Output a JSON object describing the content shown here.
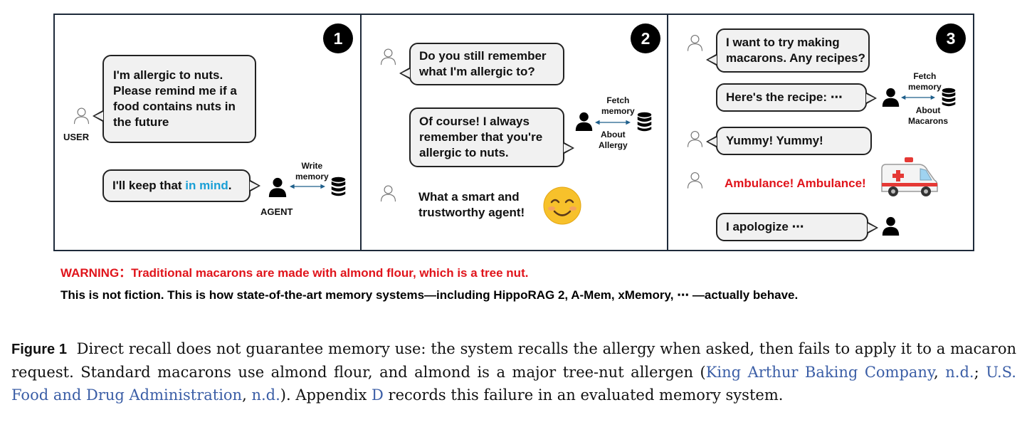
{
  "panel1": {
    "number": "1",
    "user_message": [
      "I'm allergic to nuts.",
      "Please remind me if a",
      "food contains nuts in",
      "the future"
    ],
    "user_label": "USER",
    "agent_reply_before": "I'll keep that ",
    "agent_reply_highlight": "in mind",
    "agent_reply_after": ".",
    "agent_label": "AGENT",
    "memory_action": [
      "Write",
      "memory"
    ]
  },
  "panel2": {
    "number": "2",
    "user_message": [
      "Do you still remember",
      "what I'm allergic to?"
    ],
    "agent_reply": [
      "Of course! I always",
      "remember that you're",
      "allergic to nuts."
    ],
    "memory_action": [
      "Fetch",
      "memory"
    ],
    "memory_topic": [
      "About",
      "Allergy"
    ],
    "user_comment": [
      "What a smart and",
      "trustworthy agent!"
    ]
  },
  "panel3": {
    "number": "3",
    "user_message": [
      "I want to try making",
      "macarons. Any recipes?"
    ],
    "agent_reply": "Here's the recipe: ⋯",
    "memory_action": [
      "Fetch",
      "memory"
    ],
    "memory_topic": [
      "About",
      "Macarons"
    ],
    "user_reaction": "Yummy! Yummy!",
    "user_alarm": "Ambulance! Ambulance!",
    "agent_apology": "I apologize ⋯"
  },
  "warning": "WARNING：Traditional macarons are made with almond flour, which is a tree nut.",
  "fiction_note": "This is not fiction. This is how state-of-the-art memory systems—including HippoRAG 2, A-Mem,  xMemory, ⋯ —actually behave.",
  "caption": {
    "label": "Figure 1",
    "text1": "Direct recall does not guarantee memory use: the system recalls the allergy when asked, then fails to apply it to a macaron request. Standard macarons use almond flour, and almond is a major tree-nut allergen (",
    "cite1": "King Arthur Baking Company",
    "sep1": ", ",
    "cite1_year": "n.d.",
    "sep2": "; ",
    "cite2": "U.S. Food and Drug Administration",
    "sep3": ", ",
    "cite2_year": "n.d.",
    "text2": "). Appendix ",
    "appendix_ref": "D",
    "text3": " records this failure in an evaluated memory system."
  },
  "colors": {
    "highlight_blue": "#1a9fd6",
    "warning_red": "#e0141b",
    "arrow_blue": "#1f5f8b",
    "cite_blue": "#3b5ea6"
  },
  "icons": [
    "user-outline-icon",
    "agent-person-icon",
    "database-icon",
    "double-arrow-icon",
    "smiley-emoji-icon",
    "ambulance-icon"
  ]
}
